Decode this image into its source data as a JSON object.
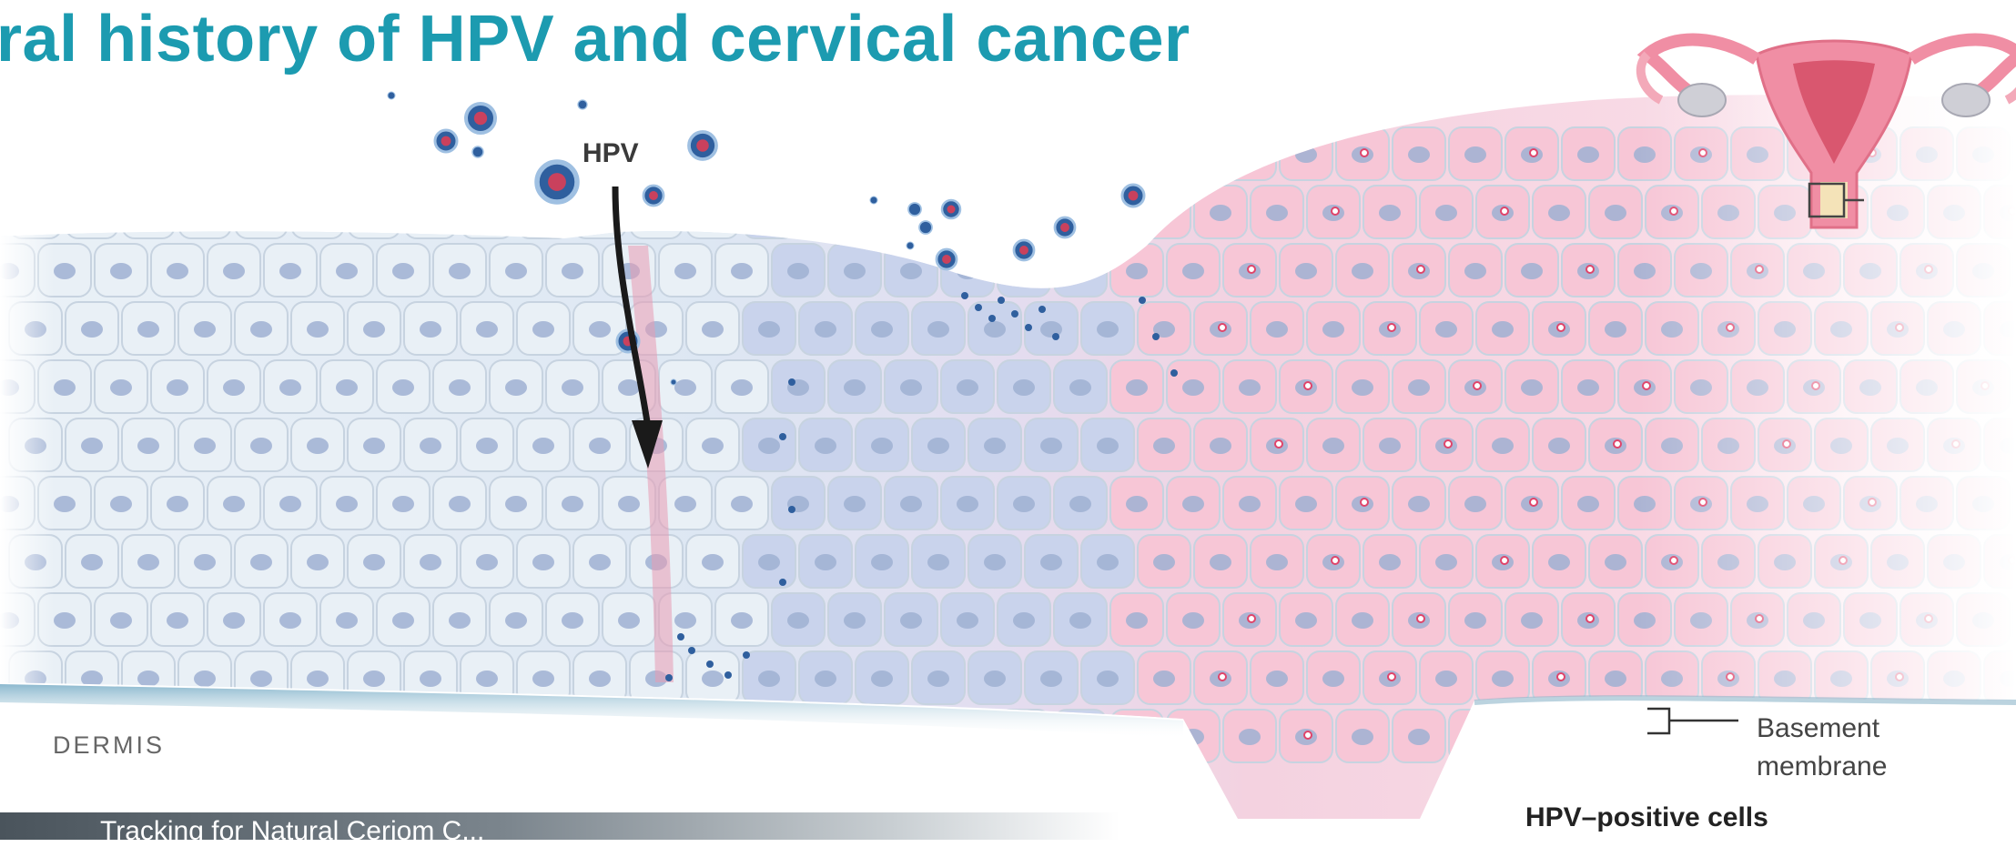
{
  "title": "ral history of HPV and cervical cancer",
  "labels": {
    "hpv": "HPV",
    "dermis": "DERMIS",
    "basement_membrane_line1": "Basement",
    "basement_membrane_line2": "membrane",
    "hpv_positive_cells": "HPV–positive cells"
  },
  "footer": {
    "text": "Tracking for Natural Ceriom C..."
  },
  "colors": {
    "title": "#1c9bb0",
    "normal_cell_fill": "#e9f0f6",
    "infected_cell_fill": "#c9d3ec",
    "transformed_cell_fill": "#f7c6d6",
    "nucleus": "#9fb0d2",
    "virus": "#2f5f9e",
    "arrow": "#1a1a1a"
  },
  "icons": {
    "anatomy": "uterus-icon",
    "virus": "virus-particle-icon"
  }
}
